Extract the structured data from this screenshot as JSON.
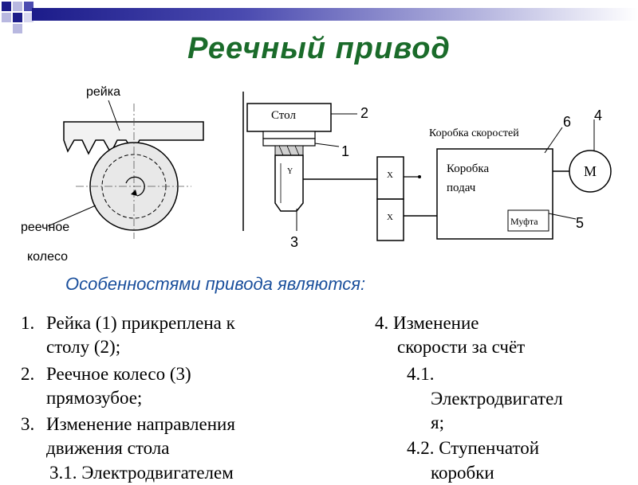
{
  "colors": {
    "title": "#1a6b2a",
    "subtitle": "#1a4f9c",
    "bar": "#1c1c8a"
  },
  "title": "Реечный привод",
  "left_figure": {
    "rack_label": "рейка",
    "gear_label_line1": "реечное",
    "gear_label_line2": "колесо"
  },
  "right_figure": {
    "table_label": "Стол",
    "gearbox_label": "Коробка скоростей",
    "feedbox_line1": "Коробка",
    "feedbox_line2": "подач",
    "clutch_label": "Муфта",
    "motor_label": "М",
    "pos_1": "1",
    "pos_2": "2",
    "pos_3": "3",
    "pos_4": "4",
    "pos_5": "5",
    "pos_6": "6",
    "gear_mark_1": "Х",
    "gear_mark_2": "Х",
    "pinion_mark": "Y"
  },
  "subtitle": "Особенностями привода являются:",
  "left_list": [
    {
      "num": "1.",
      "line1": "Рейка (1) прикреплена к",
      "line2": "столу (2);"
    },
    {
      "num": "2.",
      "line1": "Реечное колесо (3)",
      "line2": "прямозубое;"
    },
    {
      "num": "3.",
      "line1": "Изменение направления",
      "line2": "движения  стола"
    }
  ],
  "left_sub": "3.1. Электродвигателем",
  "right_list": {
    "item4_line1": "4. Изменение",
    "item4_line2": "скорости за счёт",
    "sub1_num": "4.1.",
    "sub1_line1": "Электродвигател",
    "sub1_line2": "я;",
    "sub2_line1": "4.2. Ступенчатой",
    "sub2_line2": "коробки"
  }
}
